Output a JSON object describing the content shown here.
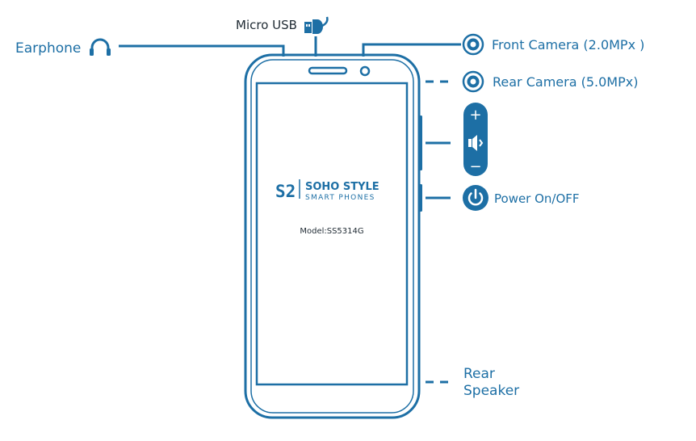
{
  "colors": {
    "accent": "#1d6fa5",
    "ink": "#1f2a33",
    "background": "#ffffff"
  },
  "labels": {
    "micro_usb": "Micro USB",
    "earphone": "Earphone",
    "front_camera": "Front Camera (2.0MPx )",
    "rear_camera": "Rear Camera (5.0MPx)",
    "power": "Power On/OFF",
    "rear_speaker_line1": "Rear",
    "rear_speaker_line2": "Speaker"
  },
  "screen": {
    "brand_mark": "S2",
    "brand_name": "SOHO STYLE",
    "brand_tagline": "SMART PHONES",
    "model": "Model:SS5314G"
  },
  "volume_buttons": {
    "plus": "+",
    "minus": "−"
  },
  "icons": [
    "earphone-icon",
    "usb-plug-icon",
    "front-camera-icon",
    "rear-camera-icon",
    "volume-plus-icon",
    "speaker-icon",
    "volume-minus-icon",
    "power-icon"
  ]
}
